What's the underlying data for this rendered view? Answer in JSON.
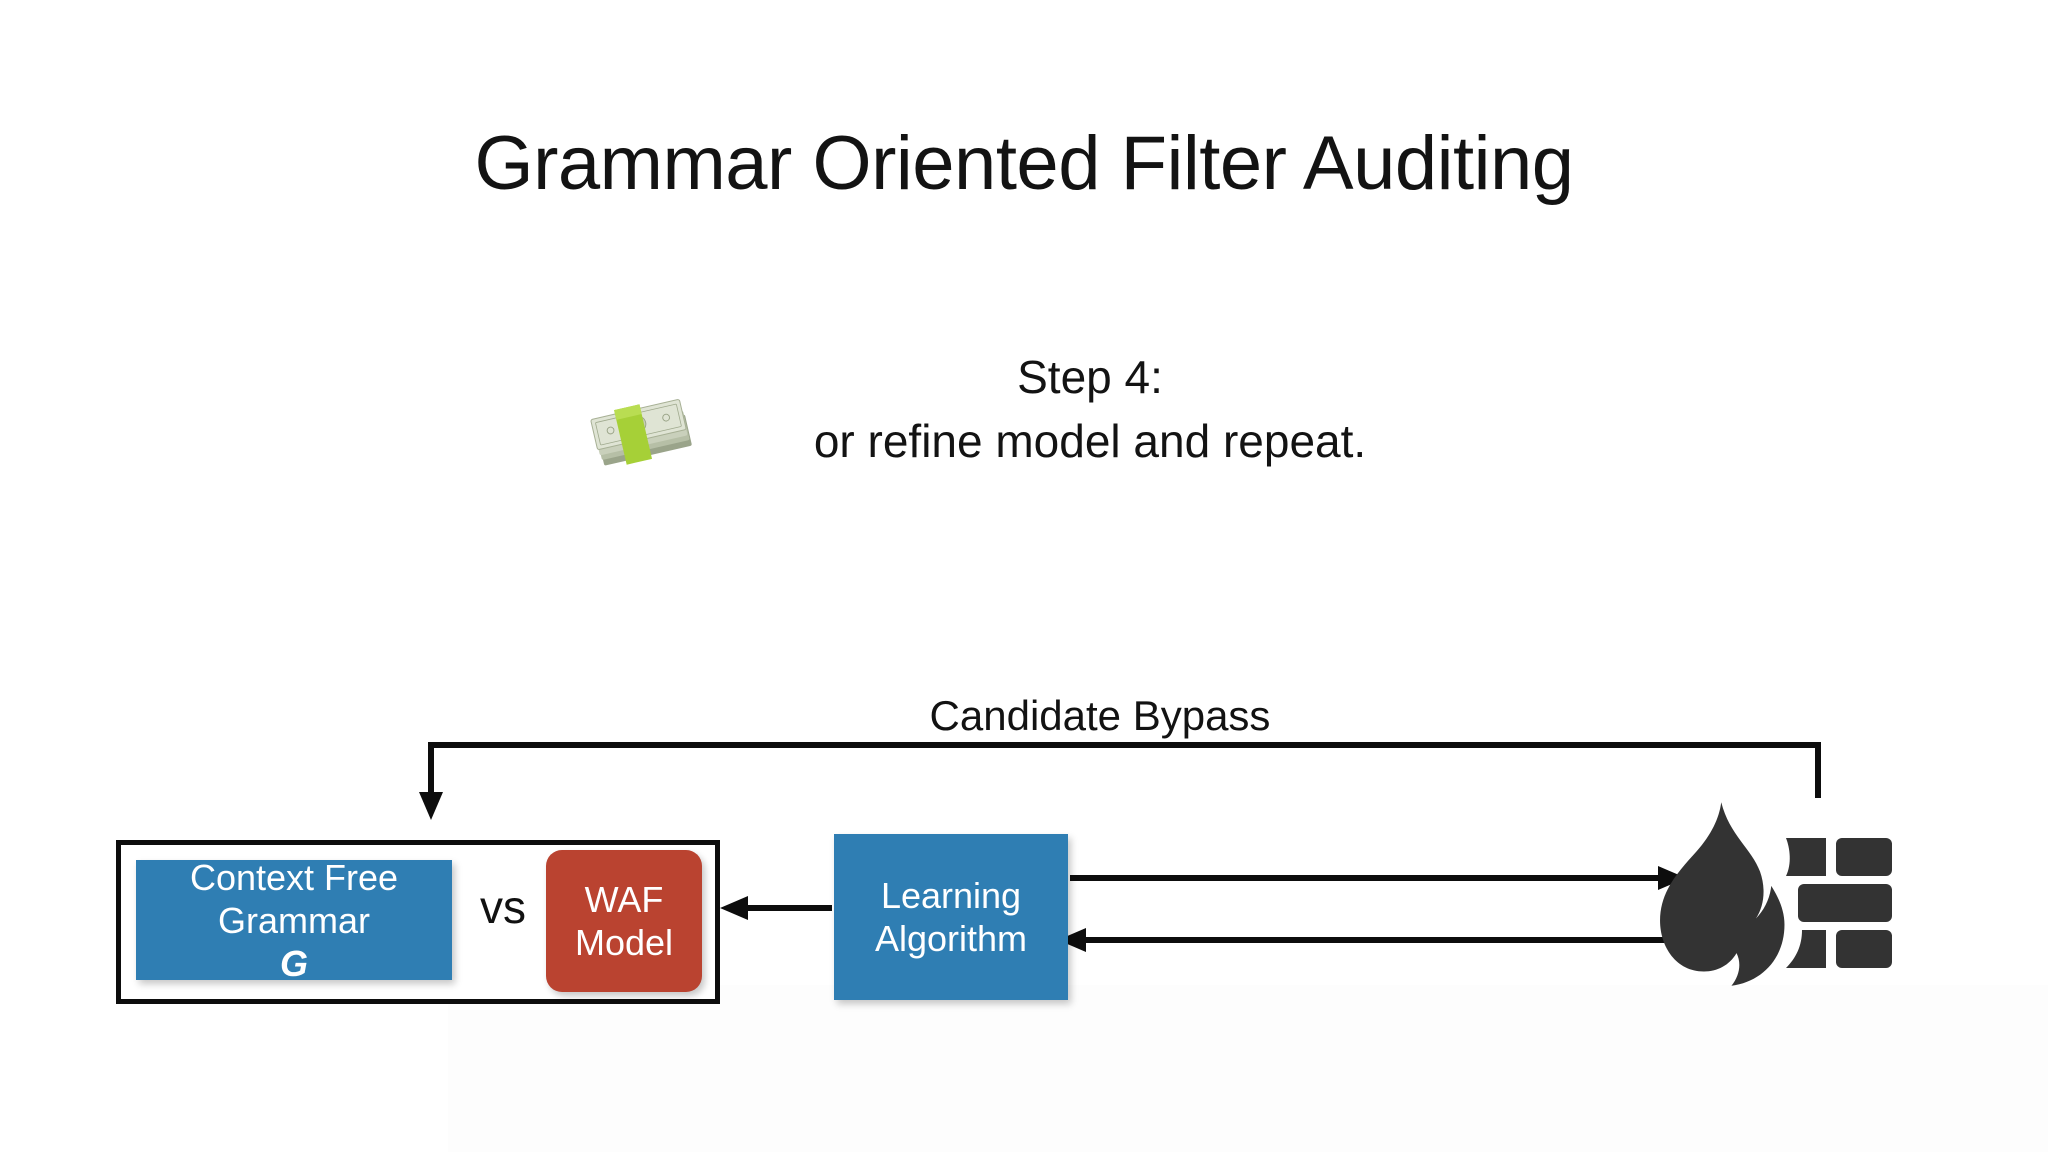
{
  "slide": {
    "title": "Grammar Oriented Filter Auditing",
    "background_color": "#ffffff"
  },
  "step": {
    "icon": "money-stack-icon",
    "line1": "Step 4:",
    "line2": "or refine model and repeat."
  },
  "diagram": {
    "bypass_label": "Candidate Bypass",
    "nodes": {
      "cfg": {
        "line1": "Context Free",
        "line2": "Grammar",
        "symbol": "G",
        "color": "#2f7eb3"
      },
      "vs": "vs",
      "waf": {
        "line1": "WAF",
        "line2": "Model",
        "color": "#ba4330"
      },
      "learning": {
        "line1": "Learning",
        "line2": "Algorithm",
        "color": "#2f7eb3"
      },
      "firewall": {
        "name": "firewall-icon",
        "color": "#333333"
      }
    },
    "edges": [
      {
        "name": "candidate-bypass-edge",
        "from": "firewall",
        "to": "model-box",
        "label": "Candidate Bypass"
      },
      {
        "name": "learning-to-model-edge",
        "from": "learning-algorithm",
        "to": "model-box",
        "label": ""
      },
      {
        "name": "learning-to-firewall-edge",
        "from": "learning-algorithm",
        "to": "firewall",
        "label": ""
      },
      {
        "name": "firewall-to-learning-edge",
        "from": "firewall",
        "to": "learning-algorithm",
        "label": ""
      }
    ]
  }
}
